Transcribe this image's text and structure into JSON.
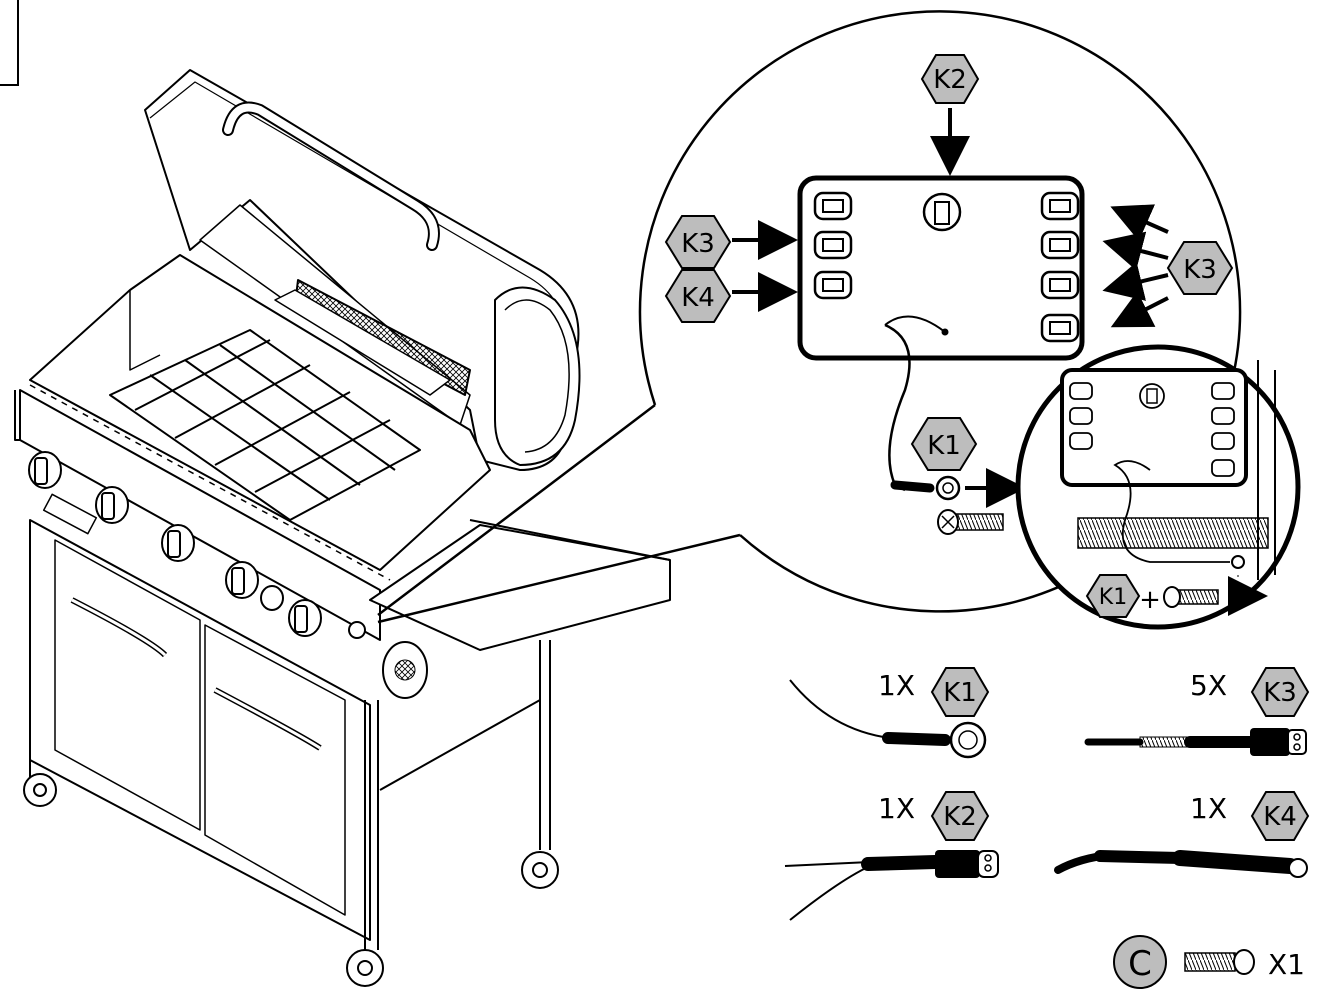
{
  "labels": {
    "k1": "K1",
    "k2": "K2",
    "k3": "K3",
    "k4": "K4",
    "c": "C",
    "plus": "+"
  },
  "parts": [
    {
      "id": "k1",
      "qty": "1X",
      "label": "K1"
    },
    {
      "id": "k3",
      "qty": "5X",
      "label": "K3"
    },
    {
      "id": "k2",
      "qty": "1X",
      "label": "K2"
    },
    {
      "id": "k4",
      "qty": "1X",
      "label": "K4"
    }
  ],
  "hardware": {
    "letter": "C",
    "qty": "X1"
  },
  "colors": {
    "hex_fill": "#bdbdbd",
    "line": "#000000",
    "background": "#ffffff"
  }
}
